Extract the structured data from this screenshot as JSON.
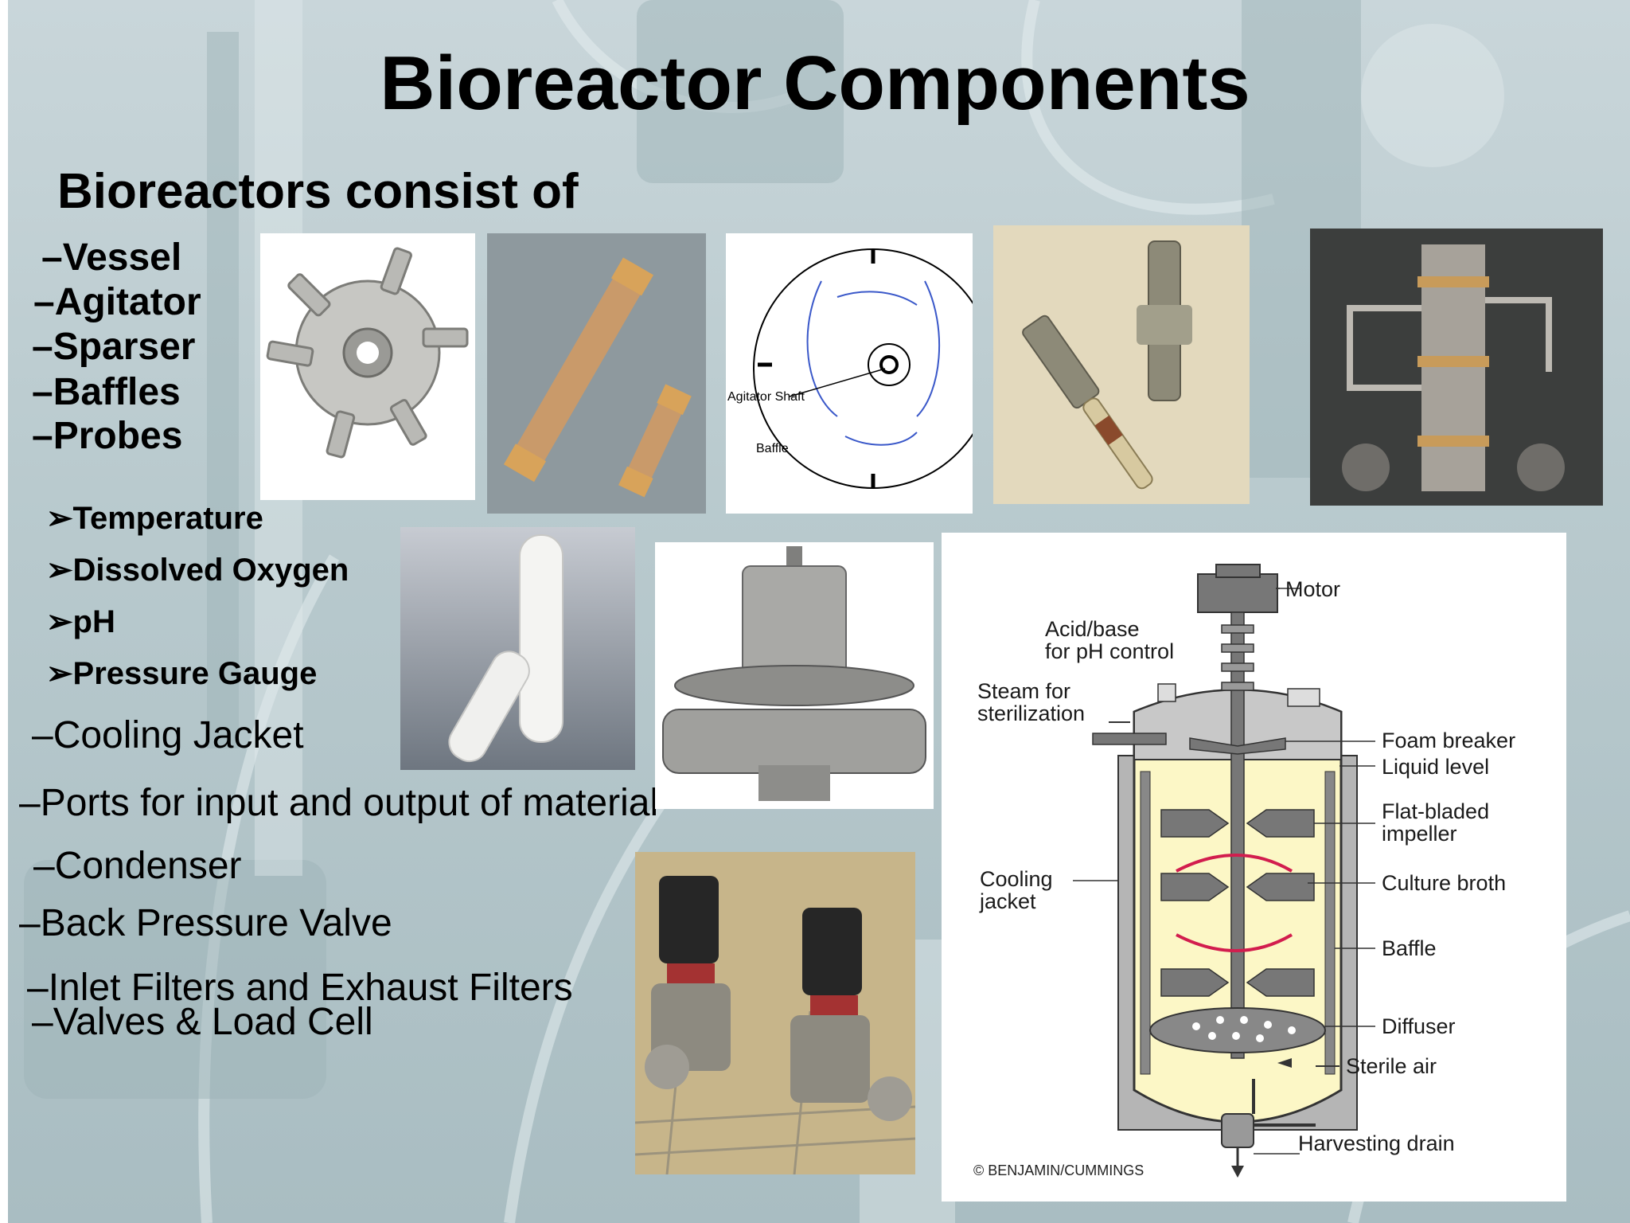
{
  "slide": {
    "title": "Bioreactor Components",
    "subtitle": "Bioreactors consist of"
  },
  "components": {
    "vessel": "–Vessel",
    "agitator": "–Agitator",
    "sparser": "–Sparser",
    "baffles": "–Baffles",
    "probes": "–Probes"
  },
  "probes": {
    "temperature": "➢Temperature",
    "dissolved_oxygen": "➢Dissolved Oxygen",
    "ph": "➢pH",
    "pressure_gauge": "➢Pressure Gauge"
  },
  "more_components": {
    "cooling_jacket": "–Cooling Jacket",
    "ports": "–Ports for input and output of material",
    "condenser": "–Condenser",
    "back_pressure_valve": "–Back Pressure Valve",
    "filters": "–Inlet Filters and Exhaust Filters",
    "valves": "–Valves & Load Cell"
  },
  "baffle_diagram": {
    "agitator_shaft": "Agitator Shaft",
    "baffle": "Baffle"
  },
  "bioreactor_diagram": {
    "motor": "Motor",
    "acid_base_1": "Acid/base",
    "acid_base_2": "for pH control",
    "steam_1": "Steam for",
    "steam_2": "sterilization",
    "foam_breaker": "Foam breaker",
    "liquid_level": "Liquid level",
    "impeller_1": "Flat-bladed",
    "impeller_2": "impeller",
    "cooling_1": "Cooling",
    "cooling_2": "jacket",
    "culture_broth": "Culture broth",
    "baffle": "Baffle",
    "diffuser": "Diffuser",
    "sterile_air": "Sterile air",
    "harvesting_drain": "Harvesting drain",
    "copyright": "© BENJAMIN/CUMMINGS"
  }
}
